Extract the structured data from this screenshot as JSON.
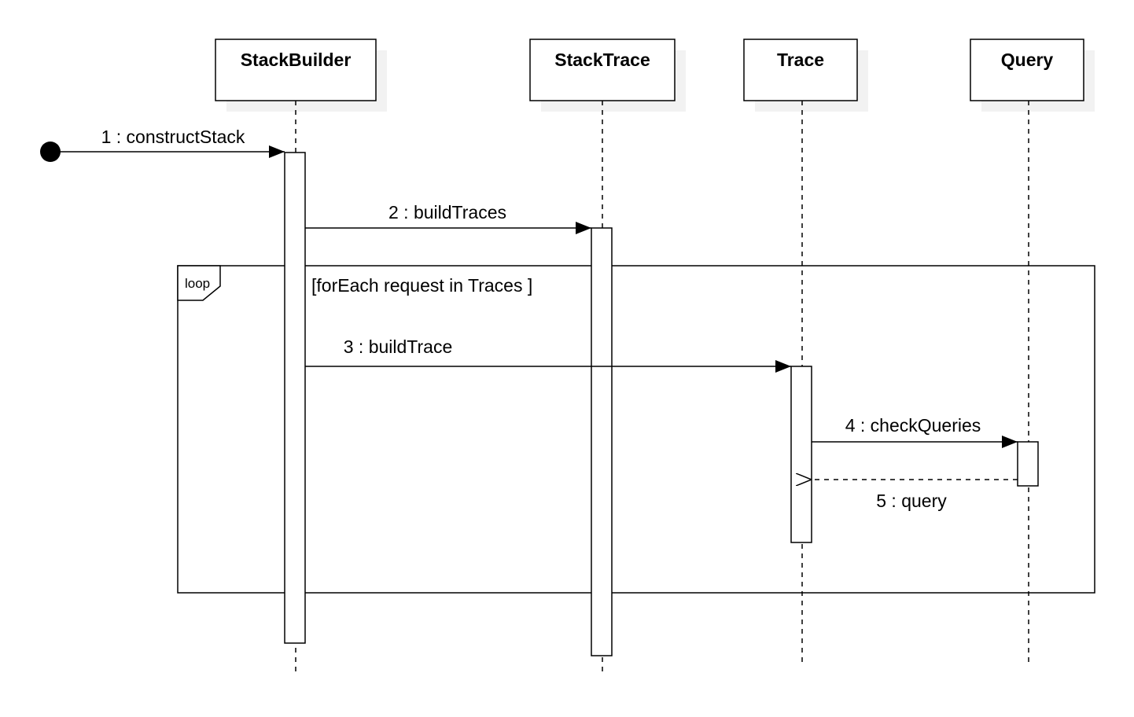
{
  "lifelines": [
    {
      "id": "stackbuilder",
      "name": "StackBuilder"
    },
    {
      "id": "stacktrace",
      "name": "StackTrace"
    },
    {
      "id": "trace",
      "name": "Trace"
    },
    {
      "id": "query",
      "name": "Query"
    }
  ],
  "frame": {
    "operator": "loop",
    "guard": "[forEach request in Traces ]"
  },
  "messages": [
    {
      "label": "1 : constructStack",
      "kind": "found-sync"
    },
    {
      "label": "2 : buildTraces",
      "kind": "sync"
    },
    {
      "label": "3 : buildTrace",
      "kind": "sync"
    },
    {
      "label": "4 : checkQueries",
      "kind": "sync"
    },
    {
      "label": "5 : query",
      "kind": "reply"
    }
  ],
  "colors": {
    "stroke": "#000000",
    "shadow": "#f2f2f2",
    "fill": "#ffffff"
  }
}
